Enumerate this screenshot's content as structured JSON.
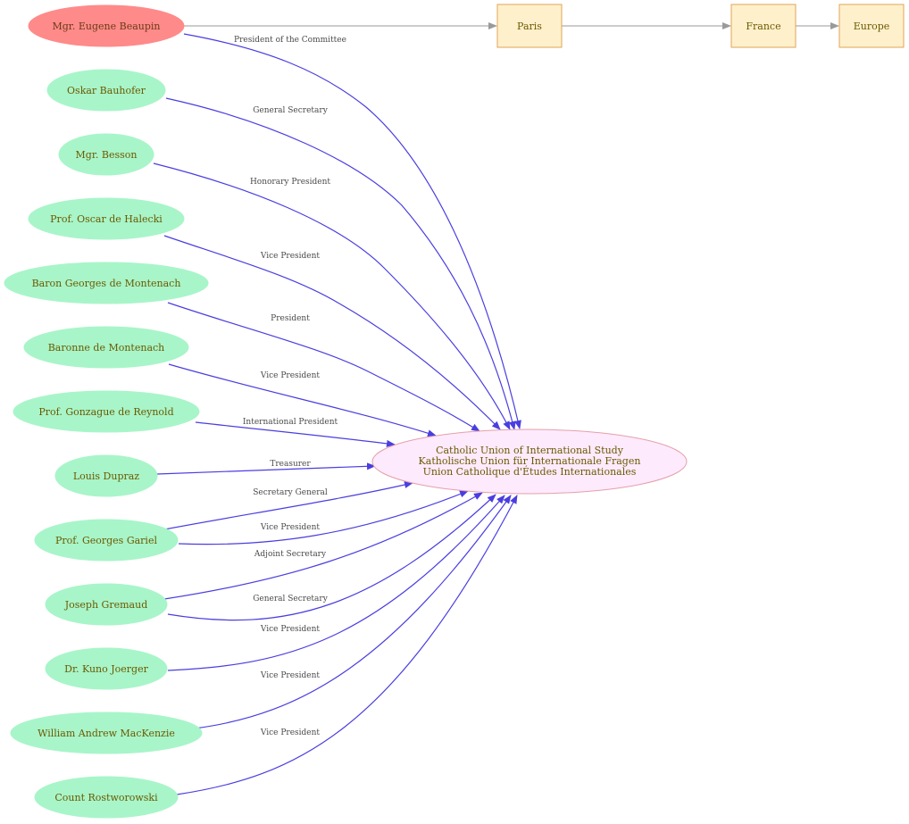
{
  "colors": {
    "person_fill": "#a8f5c9",
    "root_fill": "#ff8a8a",
    "target_fill": "#fdeafd",
    "target_stroke": "#e5a0a8",
    "location_fill": "#fff0cc",
    "location_stroke": "#e0a455",
    "role_edge": "#4a3ee0",
    "location_edge": "#9a9a9a"
  },
  "organization": {
    "lines": [
      "Catholic Union of International Study",
      "Katholische Union für Internationale Fragen",
      "Union Catholique d'Études Internationales"
    ]
  },
  "root_person": {
    "name": "Mgr. Eugene Beaupin",
    "role": "President of the Committee"
  },
  "locations": [
    "Paris",
    "France",
    "Europe"
  ],
  "members": [
    {
      "name": "Oskar Bauhofer",
      "roles": [
        "General Secretary"
      ]
    },
    {
      "name": "Mgr. Besson",
      "roles": [
        "Honorary President"
      ]
    },
    {
      "name": "Prof. Oscar de Halecki",
      "roles": [
        "Vice President"
      ]
    },
    {
      "name": "Baron Georges de Montenach",
      "roles": [
        "President"
      ]
    },
    {
      "name": "Baronne de Montenach",
      "roles": [
        "Vice President"
      ]
    },
    {
      "name": "Prof. Gonzague de Reynold",
      "roles": [
        "International President"
      ]
    },
    {
      "name": "Louis Dupraz",
      "roles": [
        "Treasurer"
      ]
    },
    {
      "name": "Prof. Georges Gariel",
      "roles": [
        "Secretary General",
        "Vice President"
      ]
    },
    {
      "name": "Joseph Gremaud",
      "roles": [
        "Adjoint Secretary",
        "General Secretary"
      ]
    },
    {
      "name": "Dr. Kuno Joerger",
      "roles": [
        "Vice President"
      ]
    },
    {
      "name": "William  Andrew MacKenzie",
      "roles": [
        "Vice President"
      ]
    },
    {
      "name": "Count Rostworowski",
      "roles": [
        "Vice President"
      ]
    }
  ]
}
